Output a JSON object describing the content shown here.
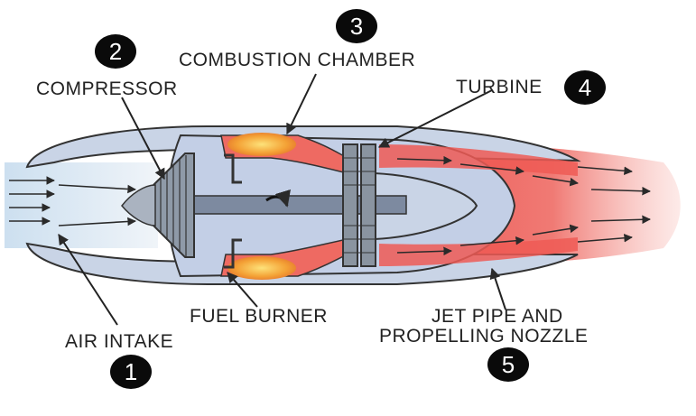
{
  "labels": {
    "compressor": "COMPRESSOR",
    "combustion_chamber": "COMBUSTION CHAMBER",
    "turbine": "TURBINE",
    "fuel_burner": "FUEL BURNER",
    "air_intake": "AIR INTAKE",
    "jet_pipe_line1": "JET PIPE AND",
    "jet_pipe_line2": "PROPELLING NOZZLE"
  },
  "markers": {
    "air_intake": "1",
    "compressor": "2",
    "combustion_chamber": "3",
    "turbine": "4",
    "jet_pipe": "5"
  },
  "colors": {
    "casing": "#c9d4e6",
    "hot_gas": "#ee5a55",
    "flame": "#f5b13a",
    "marker": "#0a0a0a"
  }
}
